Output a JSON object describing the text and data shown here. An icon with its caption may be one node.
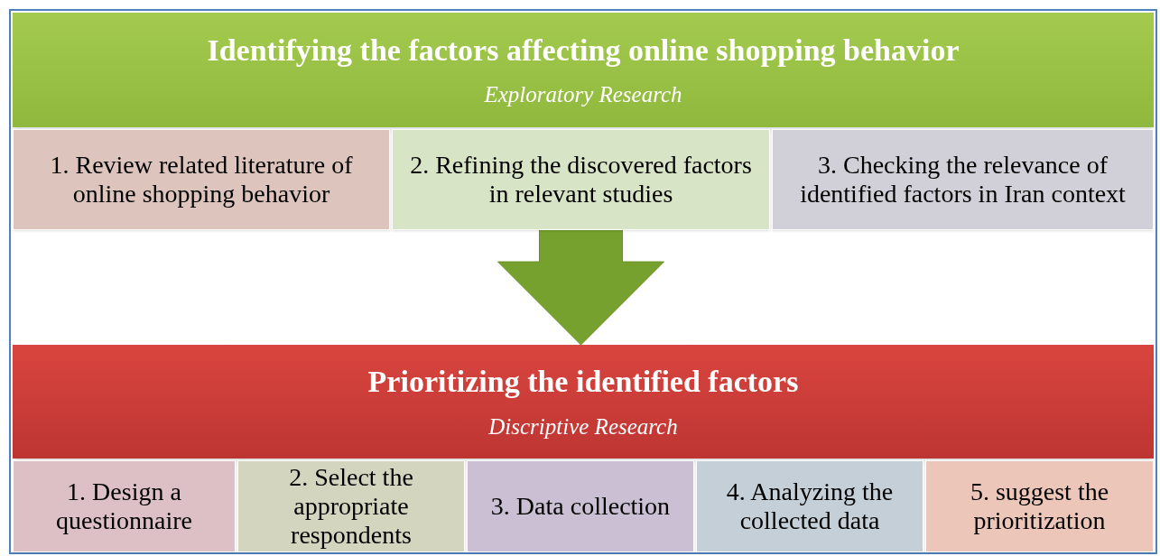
{
  "diagram": {
    "nodes": [
      {
        "text": [
          "Identifying the factors affecting online shopping behavior",
          "Exploratory Research"
        ]
      },
      {
        "text": [
          "1. Review related literature of online shopping behavior"
        ]
      },
      {
        "text": [
          "2. Refining the discovered factors in relevant studies"
        ]
      },
      {
        "text": [
          "3. Checking the relevance of identified factors in Iran context"
        ]
      },
      {
        "text": [
          "Prioritizing the identified factors",
          "Discriptive Research"
        ]
      },
      {
        "text": [
          "1. Design a questionnaire"
        ]
      },
      {
        "text": [
          "2. Select the appropriate respondents"
        ]
      },
      {
        "text": [
          "3. Data collection"
        ]
      },
      {
        "text": [
          "4. Analyzing the collected data"
        ]
      },
      {
        "text": [
          "5. suggest the prioritization"
        ]
      }
    ],
    "edges": [
      {
        "from": 2,
        "to": 4,
        "arrow": "to",
        "color": "#77a12e"
      }
    ]
  }
}
